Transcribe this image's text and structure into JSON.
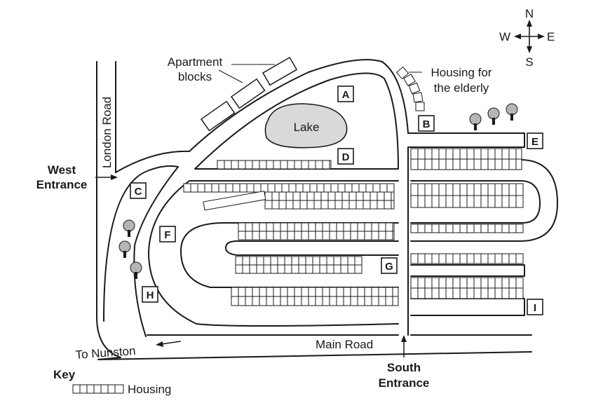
{
  "compass": {
    "n": "N",
    "s": "S",
    "e": "E",
    "w": "W"
  },
  "lake": {
    "label": "Lake",
    "color": "#d9d9d9"
  },
  "roads": {
    "london": "London Road",
    "main": "Main Road",
    "to_nunston": "To Nunston"
  },
  "entrances": {
    "west_line1": "West",
    "west_line2": "Entrance",
    "south_line1": "South",
    "south_line2": "Entrance"
  },
  "callouts": {
    "apartments_line1": "Apartment",
    "apartments_line2": "blocks",
    "elderly_line1": "Housing for",
    "elderly_line2": "the elderly"
  },
  "locations": [
    "A",
    "B",
    "C",
    "D",
    "E",
    "F",
    "G",
    "H",
    "I"
  ],
  "key": {
    "title": "Key",
    "housing": "Housing"
  },
  "colors": {
    "ink": "#1a1a1a",
    "tree_fill": "#b5b5b5"
  }
}
